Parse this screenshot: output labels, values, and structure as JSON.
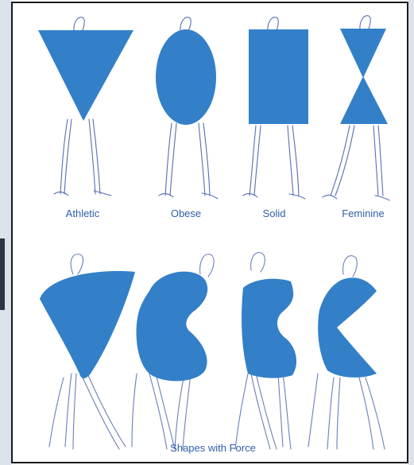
{
  "figure": {
    "shape_color": "#3380c8",
    "sketch_color": "#3a55a5",
    "top_row_labels": [
      "Athletic",
      "Obese",
      "Solid",
      "Feminine"
    ],
    "bottom_caption": "Shapes with Force"
  }
}
